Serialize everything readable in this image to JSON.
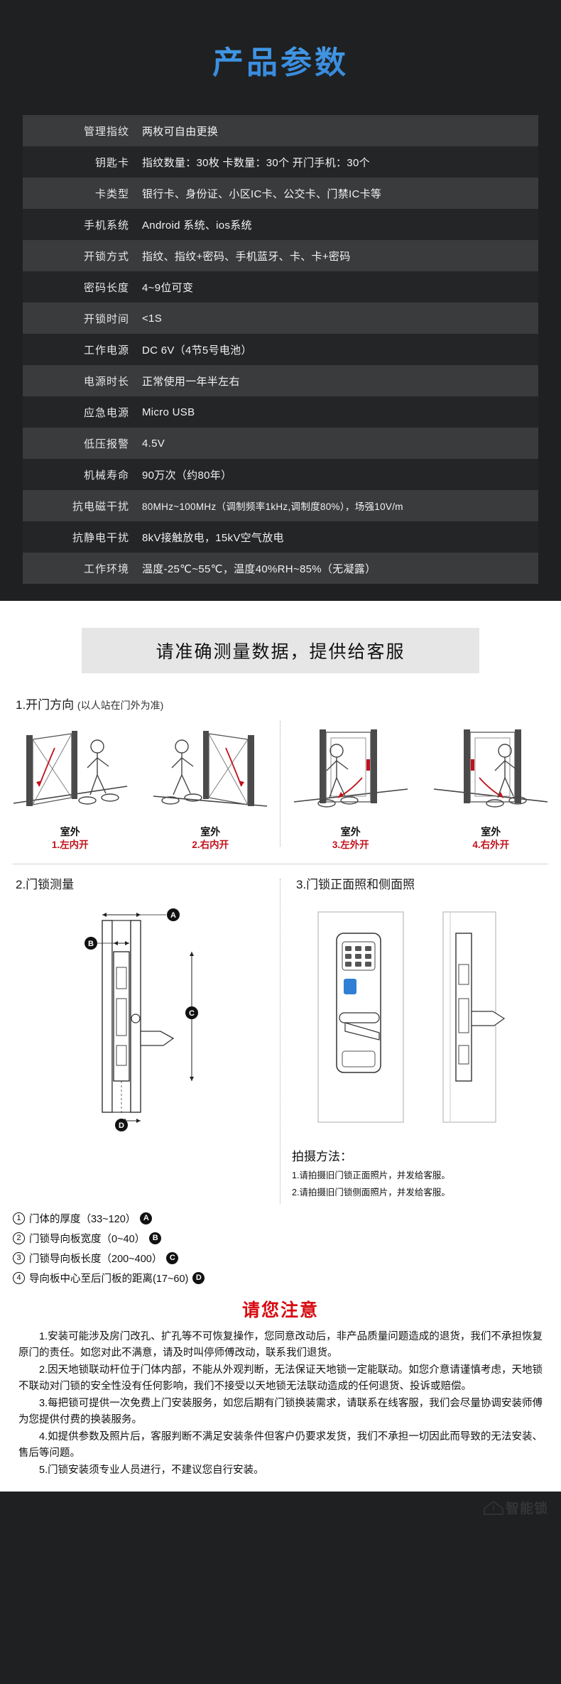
{
  "header": {
    "title": "产品参数",
    "accent_color": "#4aa3ef"
  },
  "spec_table": {
    "rows": [
      {
        "key": "管理指纹",
        "value": "两枚可自由更换"
      },
      {
        "key": "钥匙卡",
        "value": "指纹数量：30枚  卡数量：30个  开门手机：30个"
      },
      {
        "key": "卡类型",
        "value": "银行卡、身份证、小区IC卡、公交卡、门禁IC卡等"
      },
      {
        "key": "手机系统",
        "value": "Android 系统、ios系统"
      },
      {
        "key": "开锁方式",
        "value": "指纹、指纹+密码、手机蓝牙、卡、卡+密码"
      },
      {
        "key": "密码长度",
        "value": "4~9位可变"
      },
      {
        "key": "开锁时间",
        "value": "<1S"
      },
      {
        "key": "工作电源",
        "value": "DC  6V（4节5号电池）"
      },
      {
        "key": "电源时长",
        "value": "正常使用一年半左右"
      },
      {
        "key": "应急电源",
        "value": "Micro  USB"
      },
      {
        "key": "低压报警",
        "value": "4.5V"
      },
      {
        "key": "机械寿命",
        "value": "90万次（约80年）"
      },
      {
        "key": "抗电磁干扰",
        "value": "80MHz~100MHz（调制频率1kHz,调制度80%），场强10V/m"
      },
      {
        "key": "抗静电干扰",
        "value": "8kV接触放电，15kV空气放电"
      },
      {
        "key": "工作环境",
        "value": "温度-25℃~55℃，温度40%RH~85%（无凝露）"
      }
    ]
  },
  "measure": {
    "banner": "请准确测量数据，提供给客服",
    "door_section": {
      "heading_main": "1.开门方向",
      "heading_sub": "(以人站在门外为准)",
      "cells": [
        {
          "outside": "室外",
          "index": "1.左内开"
        },
        {
          "outside": "室外",
          "index": "2.右内开"
        },
        {
          "outside": "室外",
          "index": "3.左外开"
        },
        {
          "outside": "室外",
          "index": "4.右外开"
        }
      ]
    },
    "lock_section": {
      "heading": "2.门锁测量"
    },
    "photo_section": {
      "heading": "3.门锁正面照和侧面照",
      "method_title": "拍摄方法：",
      "items": [
        "1.请拍摄旧门锁正面照片，并发给客服。",
        "2.请拍摄旧门锁侧面照片，并发给客服。"
      ]
    },
    "items": [
      {
        "num": "1",
        "label": "门体的厚度（33~120）",
        "badge": "A"
      },
      {
        "num": "2",
        "label": "门锁导向板宽度（0~40）",
        "badge": "B"
      },
      {
        "num": "3",
        "label": "门锁导向板长度（200~400）",
        "badge": "C"
      },
      {
        "num": "4",
        "label": "导向板中心至后门板的距离(17~60)",
        "badge": "D"
      }
    ]
  },
  "notice": {
    "title": "请您注意",
    "title_color": "#d80b12",
    "paragraphs": [
      "1.安装可能涉及房门改孔、扩孔等不可恢复操作，您同意改动后，非产品质量问题造成的退货，我们不承担恢复原门的责任。如您对此不满意，请及时叫停师傅改动，联系我们退货。",
      "2.因天地锁联动杆位于门体内部，不能从外观判断，无法保证天地锁一定能联动。如您介意请谨慎考虑，天地锁不联动对门锁的安全性没有任何影响，我们不接受以天地锁无法联动造成的任何退货、投诉或赔偿。",
      "3.每把锁可提供一次免费上门安装服务，如您后期有门锁换装需求，请联系在线客服，我们会尽量协调安装师傅为您提供付费的换装服务。",
      "4.如提供参数及照片后，客服判断不满足安装条件但客户仍要求发货，我们不承担一切因此而导致的无法安装、售后等问题。",
      "5.门锁安装须专业人员进行，不建议您自行安装。"
    ]
  },
  "watermark": {
    "text": "智能锁"
  }
}
